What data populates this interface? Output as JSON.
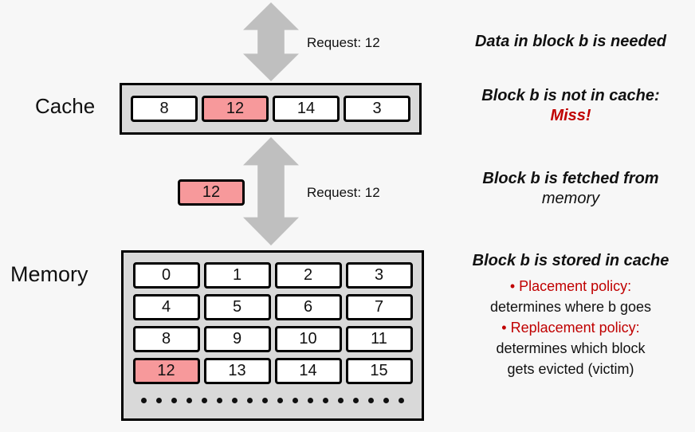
{
  "title_labels": {
    "cache": "Cache",
    "memory": "Memory"
  },
  "arrows": {
    "top_request": "Request: 12",
    "middle_request": "Request: 12"
  },
  "fetched_block_label": "12",
  "cache": {
    "blocks": [
      {
        "label": "8"
      },
      {
        "label": "12",
        "highlight": true
      },
      {
        "label": "14"
      },
      {
        "label": "3"
      }
    ]
  },
  "memory": {
    "blocks": [
      {
        "label": "0"
      },
      {
        "label": "1"
      },
      {
        "label": "2"
      },
      {
        "label": "3"
      },
      {
        "label": "4"
      },
      {
        "label": "5"
      },
      {
        "label": "6"
      },
      {
        "label": "7"
      },
      {
        "label": "8"
      },
      {
        "label": "9"
      },
      {
        "label": "10"
      },
      {
        "label": "11"
      },
      {
        "label": "12",
        "highlight": true
      },
      {
        "label": "13"
      },
      {
        "label": "14"
      },
      {
        "label": "15"
      }
    ],
    "dot_count": 18
  },
  "steps": {
    "step1": "Data in block b is needed",
    "step2_line1": "Block b is not in cache:",
    "step2_line2": "Miss!",
    "step3_line1": "Block b is fetched from",
    "step3_line2": "memory",
    "step4_title": "Block b is stored in cache",
    "step4_bullet1": "• Placement policy:",
    "step4_bullet1_detail": "determines where b goes",
    "step4_bullet2": "• Replacement policy:",
    "step4_bullet2_detail1": "determines which block",
    "step4_bullet2_detail2": "gets evicted (victim)"
  },
  "colors": {
    "highlight": "#f7999b",
    "container_bg": "#d9d9d9",
    "arrow": "#bfbfbf",
    "accent_red": "#c00000",
    "background": "#f7f7f7"
  }
}
